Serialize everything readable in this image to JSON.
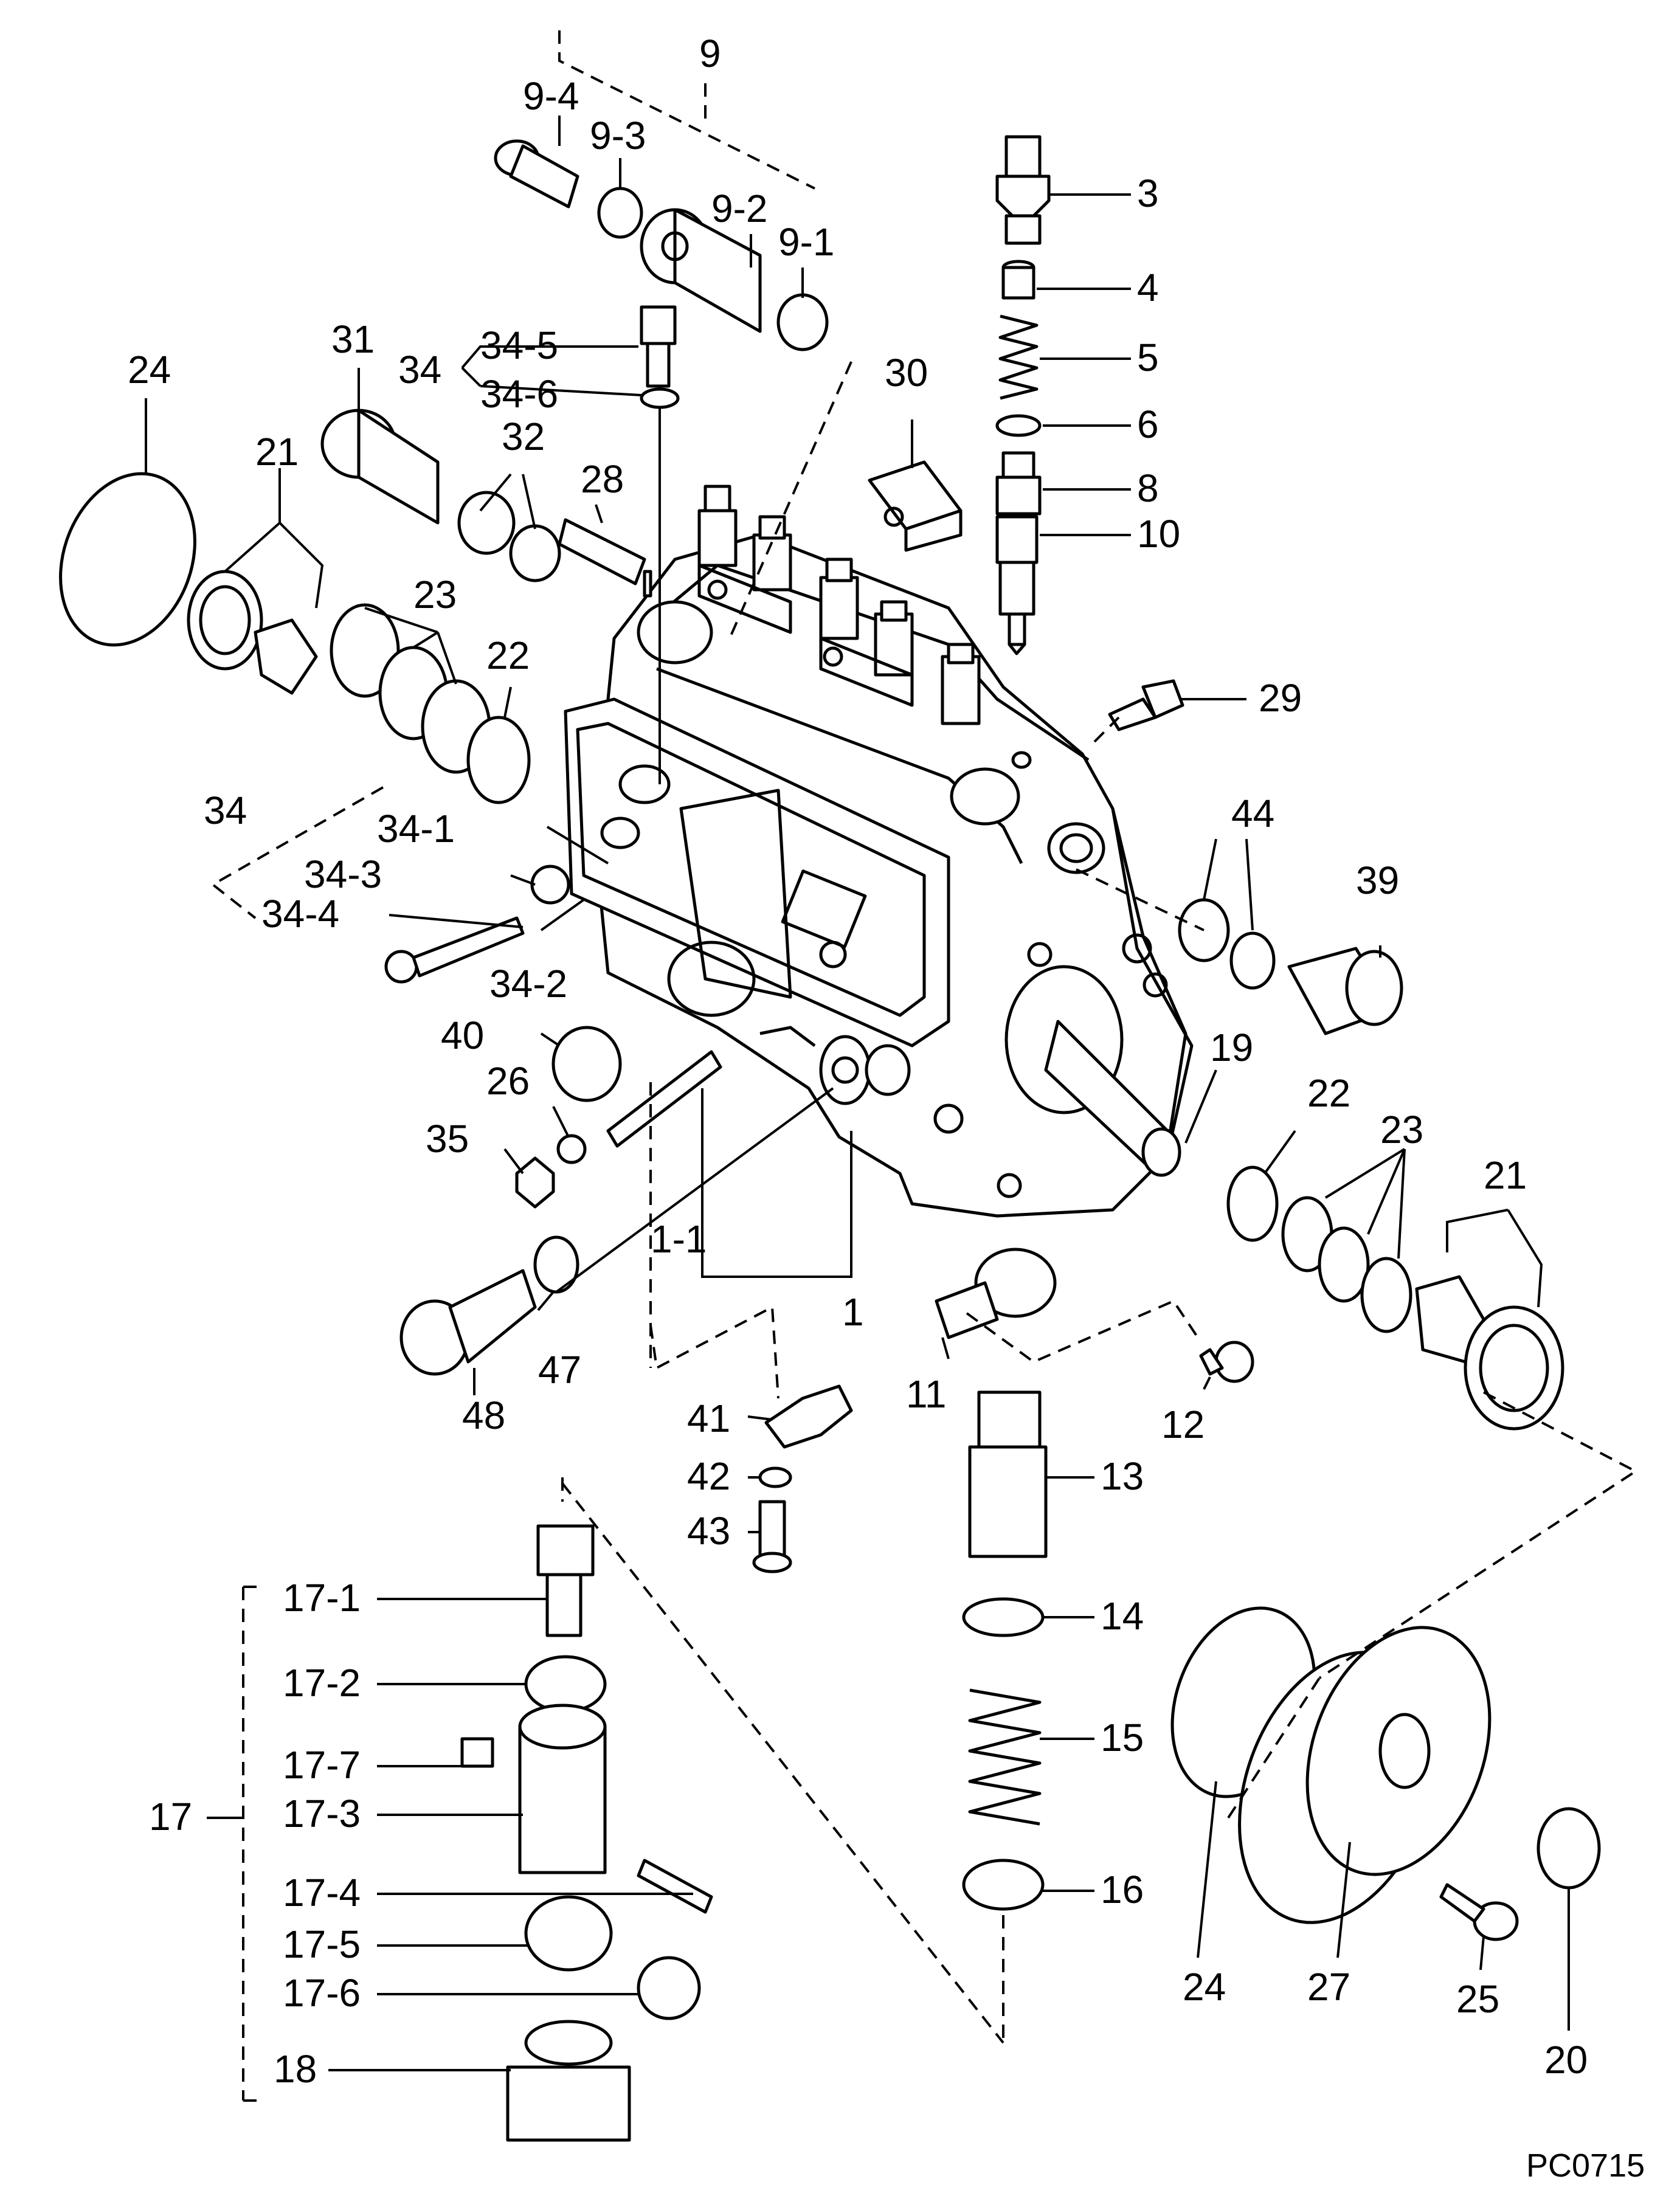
{
  "diagram_code": "PC0715",
  "callouts": {
    "c1": "1",
    "c1_1": "1-1",
    "c3": "3",
    "c4": "4",
    "c5": "5",
    "c6": "6",
    "c8": "8",
    "c9": "9",
    "c9_1": "9-1",
    "c9_2": "9-2",
    "c9_3": "9-3",
    "c9_4": "9-4",
    "c10": "10",
    "c11": "11",
    "c12": "12",
    "c13": "13",
    "c14": "14",
    "c15": "15",
    "c16": "16",
    "c17": "17",
    "c17_1": "17-1",
    "c17_2": "17-2",
    "c17_3": "17-3",
    "c17_4": "17-4",
    "c17_5": "17-5",
    "c17_6": "17-6",
    "c17_7": "17-7",
    "c18": "18",
    "c19": "19",
    "c20": "20",
    "c21a": "21",
    "c21b": "21",
    "c22a": "22",
    "c22b": "22",
    "c23a": "23",
    "c23b": "23",
    "c24a": "24",
    "c24b": "24",
    "c25": "25",
    "c26": "26",
    "c27": "27",
    "c28": "28",
    "c29": "29",
    "c30": "30",
    "c31": "31",
    "c32": "32",
    "c34a": "34",
    "c34b": "34",
    "c34_1": "34-1",
    "c34_2": "34-2",
    "c34_3": "34-3",
    "c34_4": "34-4",
    "c34_5": "34-5",
    "c34_6": "34-6",
    "c35": "35",
    "c39": "39",
    "c40": "40",
    "c41": "41",
    "c42": "42",
    "c43": "43",
    "c44": "44",
    "c47": "47",
    "c48": "48"
  }
}
